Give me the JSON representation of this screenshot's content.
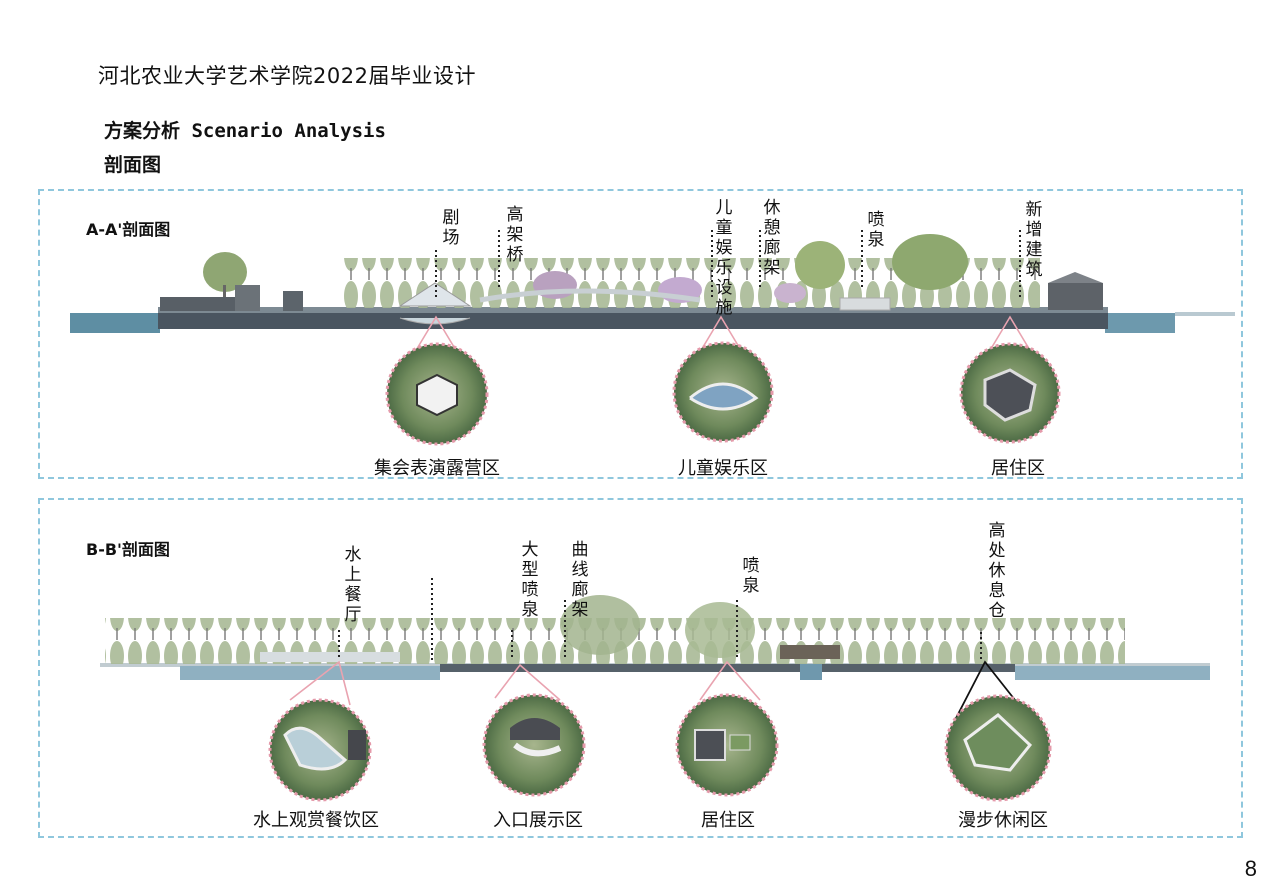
{
  "header": {
    "school": "河北农业大学艺术学院2022届毕业设计",
    "heading": "方案分析 Scenario Analysis",
    "subheading": "剖面图"
  },
  "section_a": {
    "title": "A-A'剖面图",
    "labels": [
      "剧场",
      "高架桥",
      "儿童娱乐设施",
      "休憩廊架",
      "喷泉",
      "新增建筑"
    ],
    "zones": [
      "集会表演露营区",
      "儿童娱乐区",
      "居住区"
    ]
  },
  "section_b": {
    "title": "B-B'剖面图",
    "labels": [
      "水上餐厅",
      "大型喷泉",
      "曲线廊架",
      "喷泉",
      "高处休息仓"
    ],
    "zones": [
      "水上观赏餐饮区",
      "入口展示区",
      "居住区",
      "漫步休闲区"
    ]
  },
  "page_number": "8",
  "colors": {
    "panel_border": "#8fc7dd",
    "callout_pink": "#e9a3b0",
    "water": "#5e8ea3",
    "ground": "#4a5560",
    "tree": "#9cae86"
  }
}
